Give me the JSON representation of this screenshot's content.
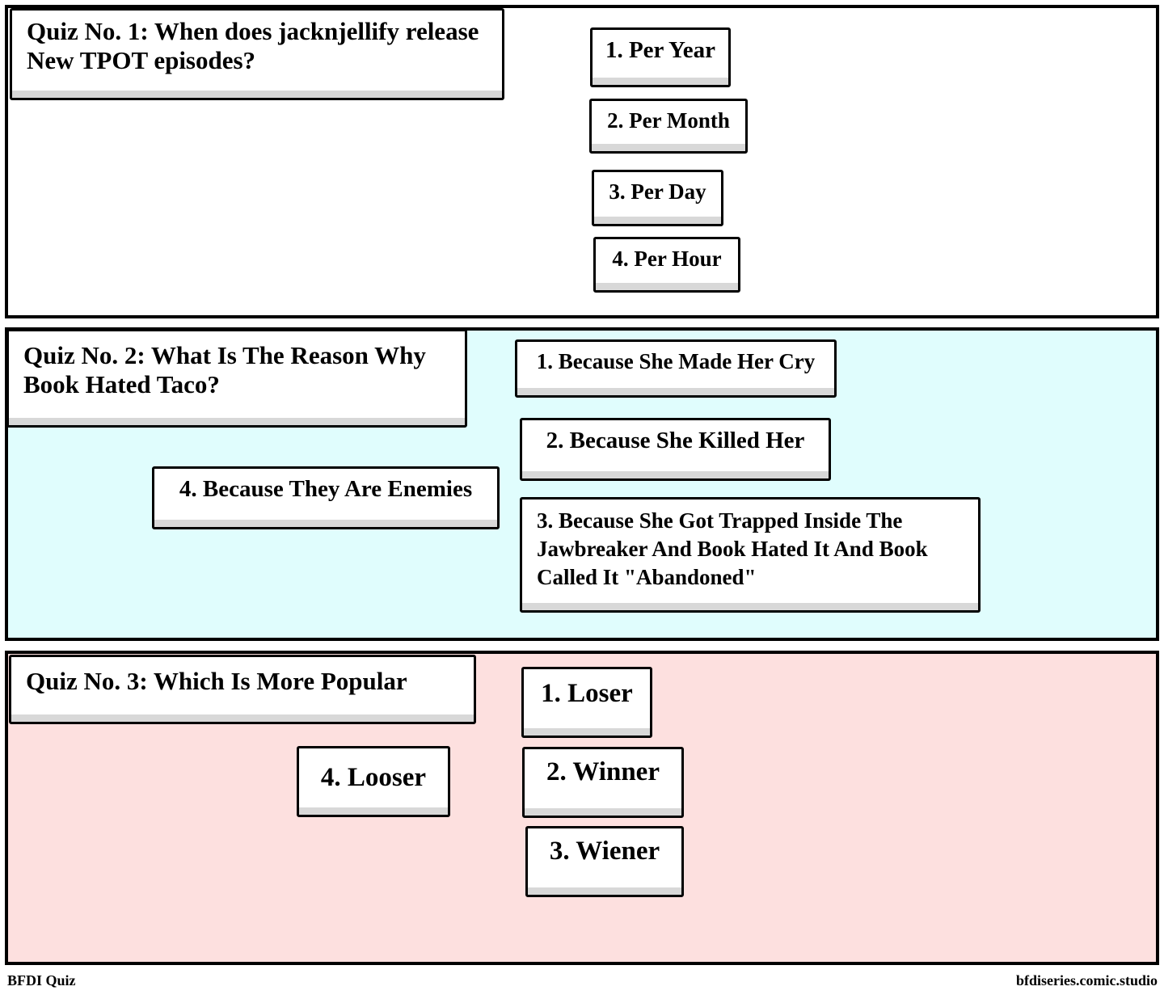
{
  "panels": [
    {
      "background": "#ffffff",
      "question": "Quiz No. 1: When does jacknjellify release New TPOT episodes?",
      "answers": [
        "1. Per Year",
        "2. Per Month",
        "3. Per Day",
        "4. Per Hour"
      ]
    },
    {
      "background": "#e0fdfd",
      "question": "Quiz No. 2: What Is The Reason Why Book Hated Taco?",
      "answers": [
        "1. Because She Made Her Cry",
        "2. Because She Killed Her",
        "3. Because She Got Trapped Inside The Jawbreaker And Book Hated It And Book Called It \"Abandoned\"",
        "4. Because They Are Enemies"
      ]
    },
    {
      "background": "#fde0df",
      "question": "Quiz No. 3: Which Is More Popular",
      "answers": [
        "1. Loser",
        "2. Winner",
        "3. Wiener",
        "4. Looser"
      ]
    }
  ],
  "footer": {
    "left": "BFDI Quiz",
    "right": "bfdiseries.comic.studio"
  }
}
